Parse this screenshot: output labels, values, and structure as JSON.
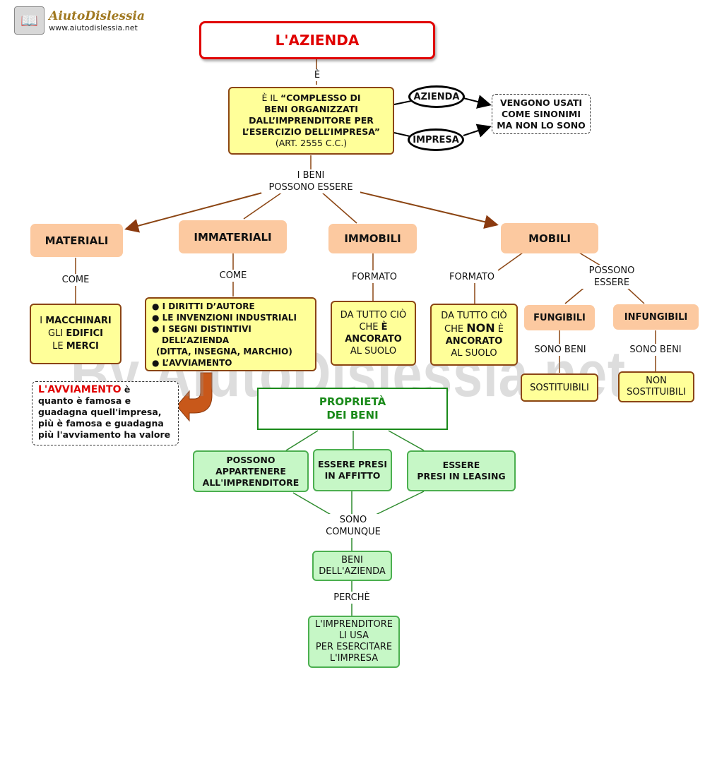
{
  "logo": {
    "name": "AiutoDislessia",
    "url": "www.aiutodislessia.net"
  },
  "watermark": "By AiutoDislessia.net",
  "title": "L'AZIENDA",
  "link_e": "È",
  "definition": {
    "prefix": "È IL ",
    "lines": [
      "“COMPLESSO DI",
      "BENI ORGANIZZATI",
      "DALL’IMPRENDITORE PER",
      "L’ESERCIZIO DELL’IMPRESA”"
    ],
    "ref": "(ART. 2555 C.C.)"
  },
  "synonyms": {
    "azienda": "AZIENDA",
    "impresa": "IMPRESA",
    "note_lines": [
      "VENGONO USATI",
      "COME SINONIMI",
      "MA NON LO SONO"
    ]
  },
  "beni_label_lines": [
    "I BENI",
    "POSSONO ESSERE"
  ],
  "categories": {
    "materiali": {
      "title": "MATERIALI",
      "link": "COME",
      "line1_plain": "I ",
      "line1_bold": "MACCHINARI",
      "line2_plain": "GLI ",
      "line2_bold": "EDIFICI",
      "line3_plain": "LE ",
      "line3_bold": "MERCI"
    },
    "immateriali": {
      "title": "IMMATERIALI",
      "link": "COME",
      "items": [
        "● I DIRITTI D’AUTORE",
        "● LE INVENZIONI INDUSTRIALI",
        "● I SEGNI DISTINTIVI",
        "DELL’AZIENDA",
        "(DITTA, INSEGNA, MARCHIO)",
        "● L’AVVIAMENTO"
      ]
    },
    "immobili": {
      "title": "IMMOBILI",
      "link": "FORMATO",
      "l1": "DA TUTTO CIÒ",
      "l2_plain": "CHE ",
      "l2_bold": "È",
      "l3": "ANCORATO",
      "l4": "AL SUOLO"
    },
    "mobili": {
      "title": "MOBILI",
      "link": "FORMATO",
      "l1": "DA TUTTO CIÒ",
      "l2_plain": "CHE ",
      "l2_bold": "NON",
      "l2_end": " È",
      "l3": "ANCORATO",
      "l4": "AL SUOLO",
      "link2_lines": [
        "POSSONO",
        "ESSERE"
      ],
      "fungibili": "FUNGIBILI",
      "infungibili": "INFUNGIBILI",
      "sono_beni_1": "SONO BENI",
      "sono_beni_2": "SONO BENI",
      "sostituibili": "SOSTITUIBILI",
      "non_sostituibili_lines": [
        "NON",
        "SOSTITUIBILI"
      ]
    }
  },
  "avviamento_note": {
    "term": "L'AVVIAMENTO",
    "after": " è",
    "lines": [
      "quanto è famosa e",
      "guadagna quell'impresa,",
      "più è famosa e guadagna",
      "più l'avviamento ha valore"
    ]
  },
  "proprieta": {
    "title_lines": [
      "PROPRIETÀ",
      "DEI BENI"
    ],
    "options": [
      [
        "POSSONO",
        "APPARTENERE",
        "ALL'IMPRENDITORE"
      ],
      [
        "ESSERE PRESI",
        "IN AFFITTO"
      ],
      [
        "ESSERE",
        "PRESI IN LEASING"
      ]
    ],
    "sono_lines": [
      "SONO",
      "COMUNQUE"
    ],
    "beni_lines": [
      "BENI",
      "DELL'AZIENDA"
    ],
    "perche": "PERCHÈ",
    "final_lines": [
      "L'IMPRENDITORE",
      "LI USA",
      "PER ESERCITARE",
      "L'IMPRESA"
    ]
  },
  "colors": {
    "title_border": "#e00000",
    "title_text": "#e00000",
    "arrow": "#8b3a0f",
    "green": "#1a8a1a"
  }
}
